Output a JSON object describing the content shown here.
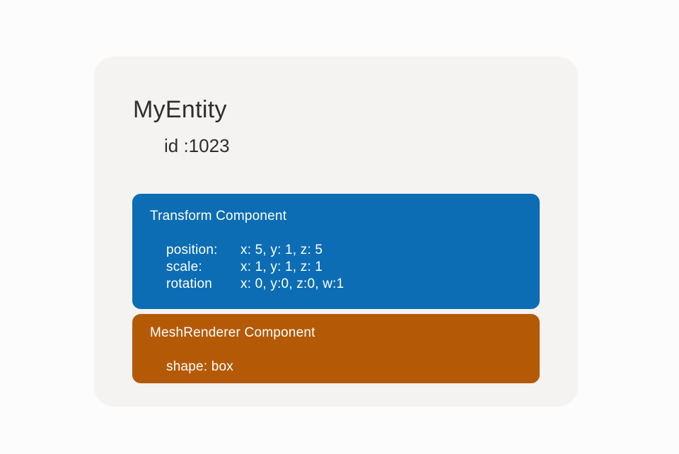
{
  "entity": {
    "title": "MyEntity",
    "id_line": "id :1023"
  },
  "components": [
    {
      "name": "Transform Component",
      "color": "#0c6db4",
      "properties": [
        {
          "label": "position:",
          "value": "x: 5, y: 1, z: 5"
        },
        {
          "label": "scale:",
          "value": "x: 1, y: 1, z: 1"
        },
        {
          "label": "rotation",
          "value": "x: 0, y:0, z:0, w:1"
        }
      ]
    },
    {
      "name": "MeshRenderer Component",
      "color": "#b45a07",
      "properties": [
        {
          "label": "shape: box",
          "value": ""
        }
      ]
    }
  ],
  "colors": {
    "page_background": "#fcfcfc",
    "card_background": "#f4f3f2",
    "title_text": "#2e2e2e",
    "component_text": "#ffffff",
    "transform_blue": "#0c6db4",
    "meshrenderer_orange": "#b45a07"
  }
}
